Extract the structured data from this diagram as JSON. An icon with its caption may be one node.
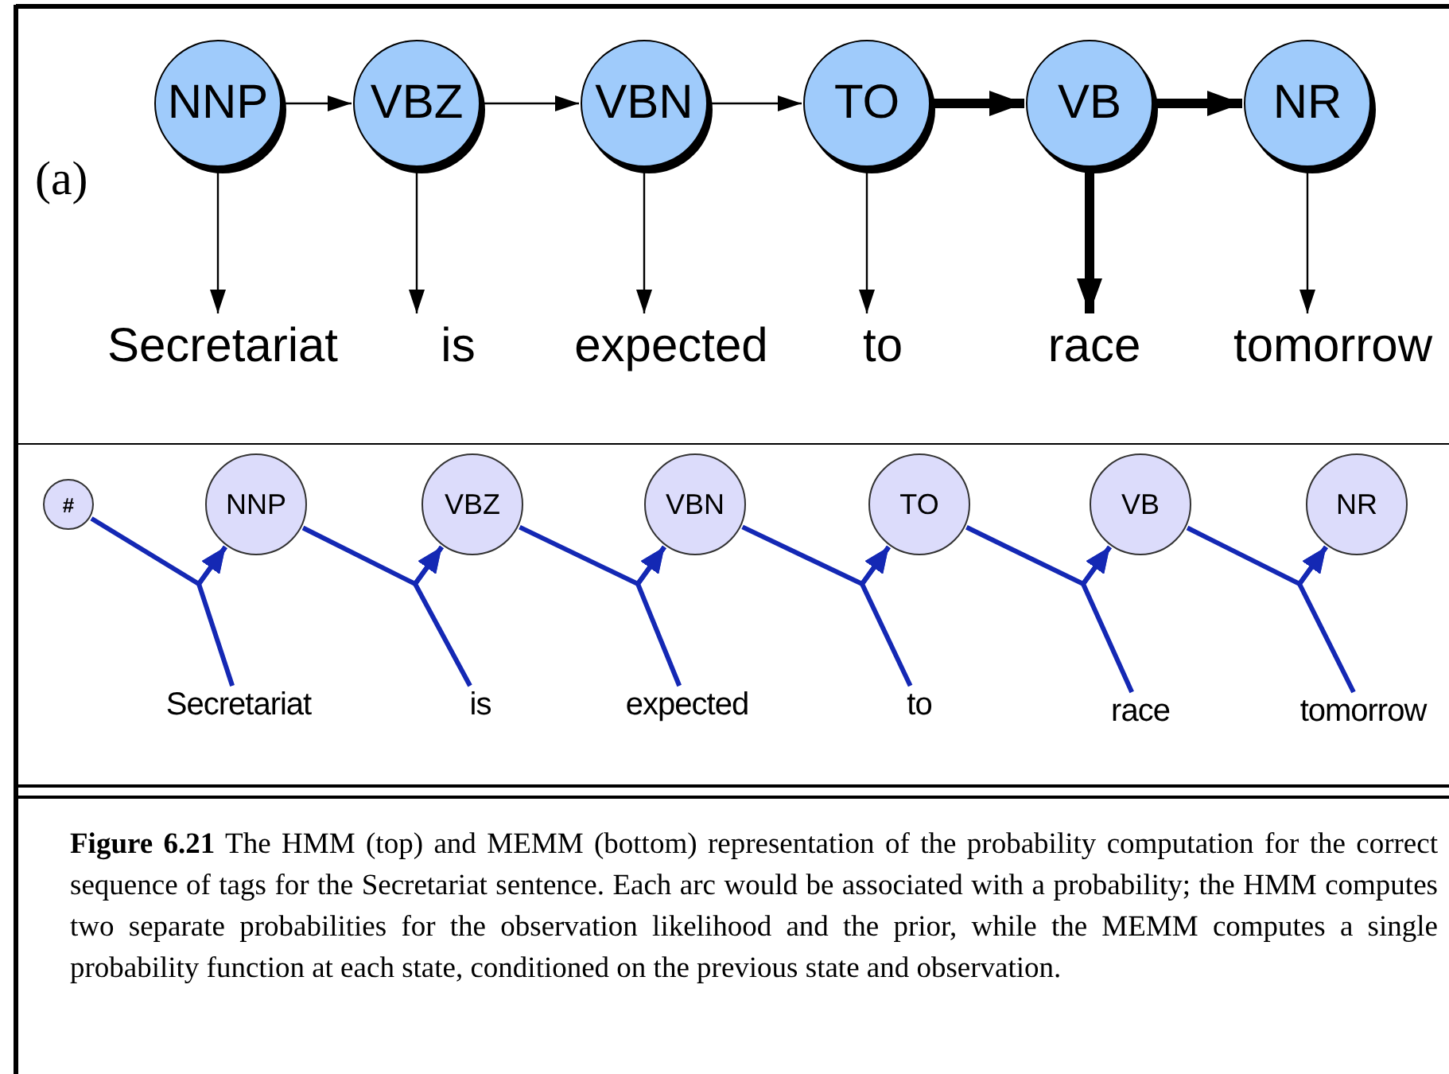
{
  "diagram": {
    "caption": "**Figure 6.21**     The HMM (top) and MEMM (bottom) representation of the probability computation for the correct sequence of tags for the Secretariat sentence. Each arc would be associated with a probability; the HMM computes two separate probabilities for the observation likelihood and the prior, while the MEMM computes a single probability function at each state, conditioned on the previous state and observation.",
    "nodes": [
      {
        "text": [
          "NNP"
        ]
      },
      {
        "text": [
          "VBZ"
        ]
      },
      {
        "text": [
          "VBN"
        ]
      },
      {
        "text": [
          "TO"
        ]
      },
      {
        "text": [
          "VB"
        ]
      },
      {
        "text": [
          "NR"
        ]
      },
      {
        "text": [
          "Secretariat"
        ]
      },
      {
        "text": [
          "is"
        ]
      },
      {
        "text": [
          "expected"
        ]
      },
      {
        "text": [
          "to"
        ]
      },
      {
        "text": [
          "race"
        ]
      },
      {
        "text": [
          "tomorrow"
        ]
      },
      {
        "text": [
          "#"
        ]
      },
      {
        "text": [
          "NNP"
        ]
      },
      {
        "text": [
          "VBZ"
        ]
      },
      {
        "text": [
          "VBN"
        ]
      },
      {
        "text": [
          "TO"
        ]
      },
      {
        "text": [
          "VB"
        ]
      },
      {
        "text": [
          "NR"
        ]
      },
      {
        "text": [
          "Secretariat"
        ]
      },
      {
        "text": [
          "is"
        ]
      },
      {
        "text": [
          "expected"
        ]
      },
      {
        "text": [
          "to"
        ]
      },
      {
        "text": [
          "race"
        ]
      },
      {
        "text": [
          "tomorrow"
        ]
      }
    ],
    "edges": [
      {
        "from": 0,
        "to": 1,
        "arrow": "to",
        "color": "#000000"
      },
      {
        "from": 1,
        "to": 2,
        "arrow": "to",
        "color": "#000000"
      },
      {
        "from": 2,
        "to": 3,
        "arrow": "to",
        "color": "#000000"
      },
      {
        "from": 3,
        "to": 4,
        "arrow": "to",
        "style": "thick",
        "color": "#000000"
      },
      {
        "from": 4,
        "to": 5,
        "arrow": "to",
        "style": "thick",
        "color": "#000000"
      },
      {
        "from": 0,
        "to": 6,
        "arrow": "to",
        "color": "#000000"
      },
      {
        "from": 1,
        "to": 7,
        "arrow": "to",
        "color": "#000000"
      },
      {
        "from": 2,
        "to": 8,
        "arrow": "to",
        "color": "#000000"
      },
      {
        "from": 3,
        "to": 9,
        "arrow": "to",
        "color": "#000000"
      },
      {
        "from": 4,
        "to": 10,
        "arrow": "to",
        "style": "thick",
        "color": "#000000"
      },
      {
        "from": 5,
        "to": 11,
        "arrow": "to",
        "color": "#000000"
      },
      {
        "from": 12,
        "to": 13,
        "arrow": "to"
      },
      {
        "from": 19,
        "to": 13,
        "arrow": "to"
      },
      {
        "from": 13,
        "to": 14,
        "arrow": "to"
      },
      {
        "from": 20,
        "to": 14,
        "arrow": "to"
      },
      {
        "from": 14,
        "to": 15,
        "arrow": "to"
      },
      {
        "from": 21,
        "to": 15,
        "arrow": "to"
      },
      {
        "from": 15,
        "to": 16,
        "arrow": "to"
      },
      {
        "from": 22,
        "to": 16,
        "arrow": "to"
      },
      {
        "from": 16,
        "to": 17,
        "arrow": "to"
      },
      {
        "from": 23,
        "to": 17,
        "arrow": "to"
      },
      {
        "from": 17,
        "to": 18,
        "arrow": "to"
      },
      {
        "from": 24,
        "to": 18,
        "arrow": "to"
      }
    ],
    "labels": [
      "(a)"
    ]
  }
}
